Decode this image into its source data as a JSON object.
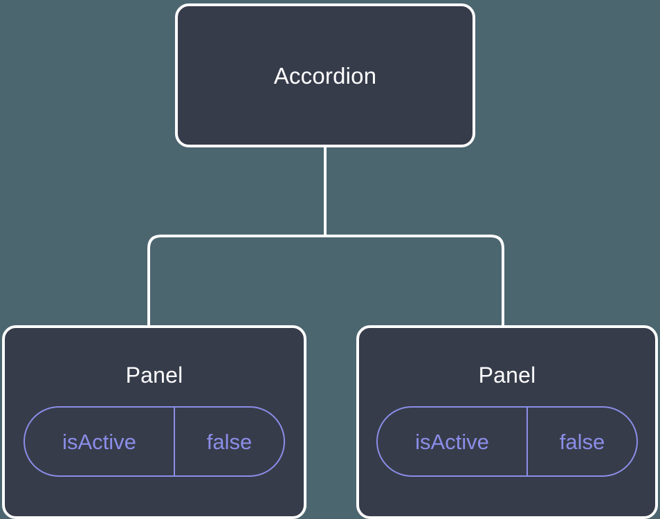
{
  "diagram": {
    "type": "component-tree",
    "background_color": "#4c6670",
    "node_fill_color": "#373c4b",
    "node_border_color": "#ffffff",
    "connector_color": "#ffffff",
    "title_color": "#ffffff",
    "prop_color": "#8b8ee8",
    "root": {
      "title": "Accordion"
    },
    "children": [
      {
        "title": "Panel",
        "prop": {
          "name": "isActive",
          "value": "false"
        }
      },
      {
        "title": "Panel",
        "prop": {
          "name": "isActive",
          "value": "false"
        }
      }
    ]
  }
}
